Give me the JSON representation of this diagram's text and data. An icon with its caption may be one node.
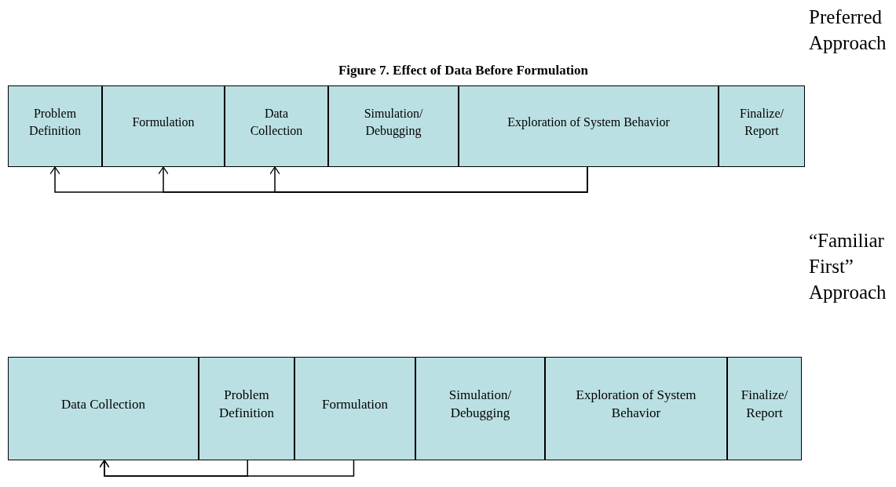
{
  "diagram": {
    "title": "Figure 7. Effect of Data Before Formulation",
    "nodes": [
      {
        "text": [
          "Problem Definition"
        ]
      },
      {
        "text": [
          "Formulation"
        ]
      },
      {
        "text": [
          "Data Collection"
        ]
      },
      {
        "text": [
          "Simulation/ Debugging"
        ]
      },
      {
        "text": [
          "Exploration of System Behavior"
        ]
      },
      {
        "text": [
          "Finalize/ Report"
        ]
      },
      {
        "text": [
          "Data Collection"
        ]
      },
      {
        "text": [
          "Problem Definition"
        ]
      },
      {
        "text": [
          "Formulation"
        ]
      },
      {
        "text": [
          "Simulation/ Debugging"
        ]
      },
      {
        "text": [
          "Exploration of System Behavior"
        ]
      },
      {
        "text": [
          "Finalize/ Report"
        ]
      }
    ],
    "edges": [
      {
        "from": 4,
        "to": 0,
        "arrow": "to"
      },
      {
        "from": 4,
        "to": 1,
        "arrow": "to"
      },
      {
        "from": 4,
        "to": 2,
        "arrow": "to"
      },
      {
        "from": 7,
        "to": 6,
        "arrow": "to"
      },
      {
        "from": 8,
        "to": 6,
        "arrow": "to"
      }
    ],
    "labels": [
      "Preferred Approach",
      "“Familiar First” Approach"
    ]
  }
}
